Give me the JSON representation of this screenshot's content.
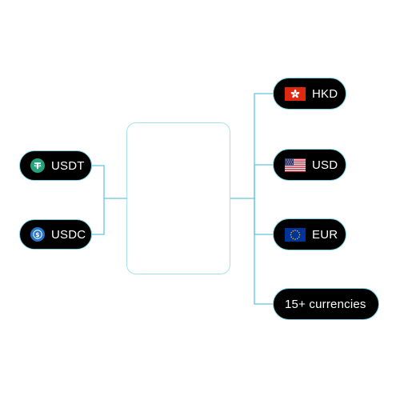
{
  "inputs": [
    {
      "label": "USDT",
      "icon": "tether-icon",
      "color": "#26a17b"
    },
    {
      "label": "USDC",
      "icon": "usdc-icon",
      "color": "#2775ca"
    }
  ],
  "outputs": [
    {
      "label": "HKD",
      "icon": "hong-kong-flag-icon",
      "color": "#de2910"
    },
    {
      "label": "USD",
      "icon": "us-flag-icon",
      "color": "#b22234"
    },
    {
      "label": "EUR",
      "icon": "eu-flag-icon",
      "color": "#003399"
    },
    {
      "label": "15+ currencies"
    }
  ],
  "colors": {
    "connector": "#62c7dc",
    "card_border": "#a9dfe9",
    "pill_bg": "#000000",
    "pill_border": "#7fd3e2"
  }
}
